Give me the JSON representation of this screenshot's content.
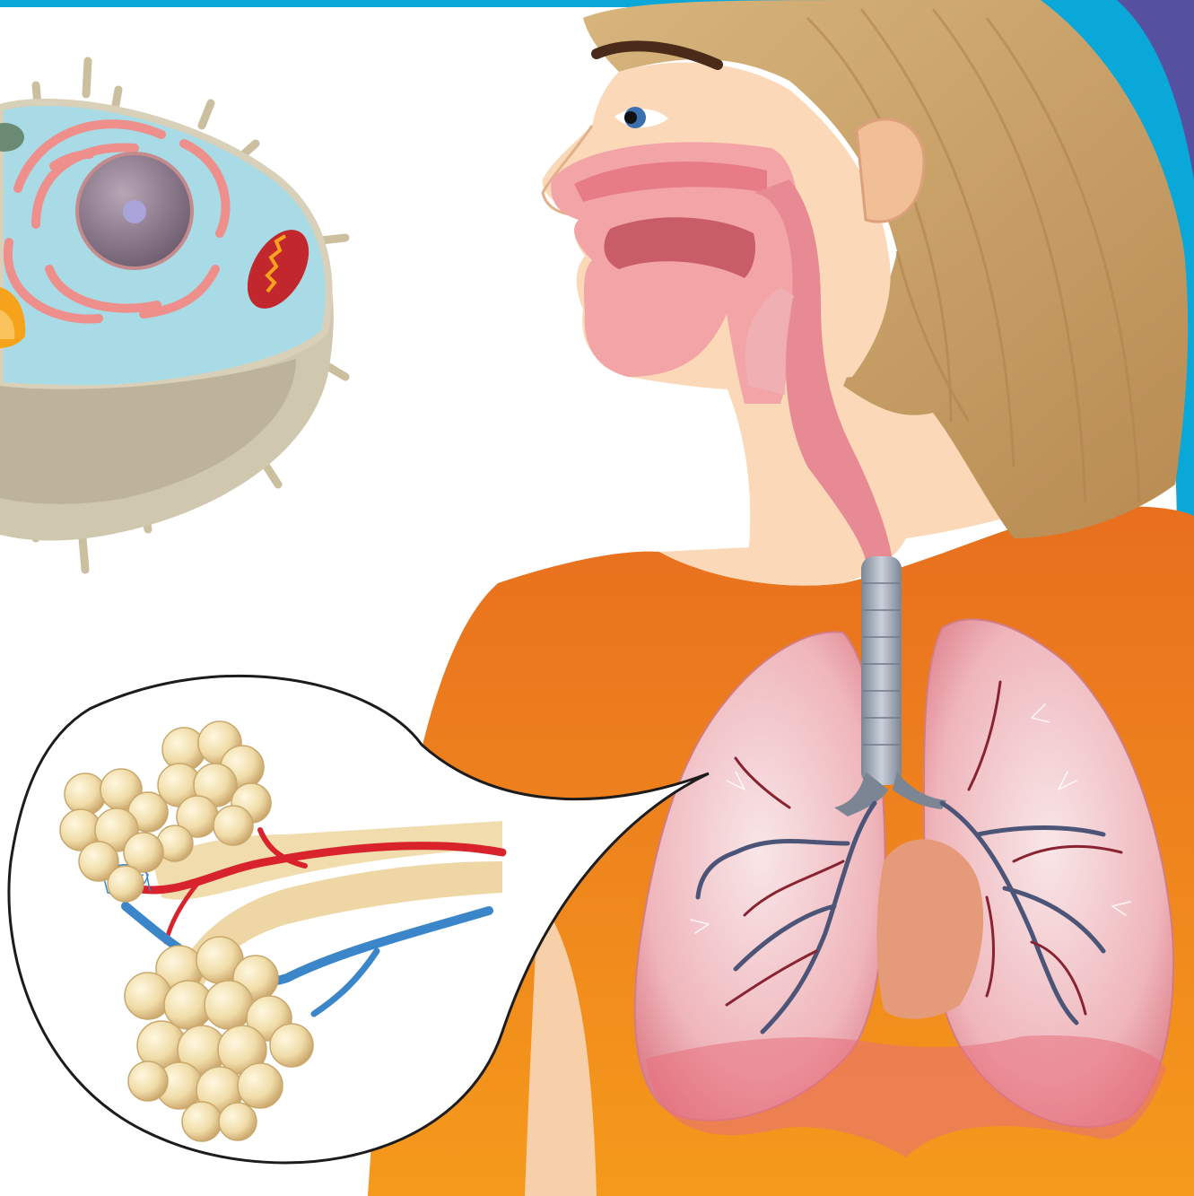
{
  "figure": {
    "caption": "",
    "parts": [
      {
        "id": "cell",
        "icon": "animal-cell-icon"
      },
      {
        "id": "head-airway",
        "icon": "human-head-airway-icon"
      },
      {
        "id": "lungs",
        "icon": "lungs-icon"
      },
      {
        "id": "alveoli",
        "icon": "alveoli-magnified-icon"
      }
    ]
  },
  "colors": {
    "frame_blue": "#0aa8d8",
    "frame_purple": "#5650a0",
    "shirt": "#e8741e",
    "skin": "#fbd9b8",
    "hair": "#c9a36a",
    "airway_pink": "#e77b86",
    "trachea_gray": "#8d97a6",
    "lung_pink": "#e9a2a8",
    "heart": "#e59a7a",
    "artery_red": "#d9232c",
    "vein_blue": "#3a86c8",
    "alveoli_cream": "#f0dca8",
    "cell_fluid": "#a9dbe6",
    "cell_membrane": "#cdc4ac",
    "nucleus": "#7e6a7e",
    "er_salmon": "#ee8f8b",
    "mitochondrion": "#c1272d",
    "golgi": "#f7a21b"
  }
}
